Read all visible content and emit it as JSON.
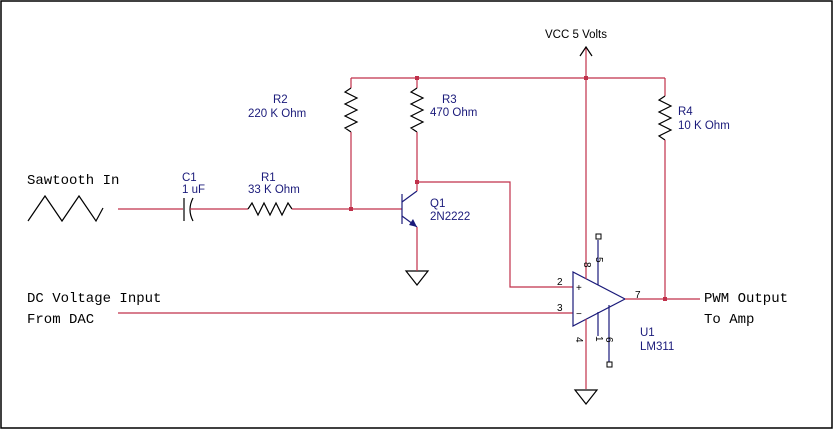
{
  "vcc_label": "VCC 5 Volts",
  "sawtooth_label": "Sawtooth In",
  "dc_input": {
    "line1": "DC Voltage Input",
    "line2": "From DAC"
  },
  "pwm_output": {
    "line1": "PWM Output",
    "line2": "To Amp"
  },
  "c1": {
    "ref": "C1",
    "value": "1 uF"
  },
  "r1": {
    "ref": "R1",
    "value": "33 K Ohm"
  },
  "r2": {
    "ref": "R2",
    "value": "220 K Ohm"
  },
  "r3": {
    "ref": "R3",
    "value": "470 Ohm"
  },
  "r4": {
    "ref": "R4",
    "value": "10 K Ohm"
  },
  "q1": {
    "ref": "Q1",
    "value": "2N2222"
  },
  "u1": {
    "ref": "U1",
    "value": "LM311"
  },
  "pins": {
    "p2": "2",
    "p3": "3",
    "p4": "4",
    "p5": "5",
    "p6": "6",
    "p7": "7",
    "p8": "8",
    "p1": "1"
  },
  "opamp_signs": {
    "plus": "+",
    "minus": "−"
  }
}
